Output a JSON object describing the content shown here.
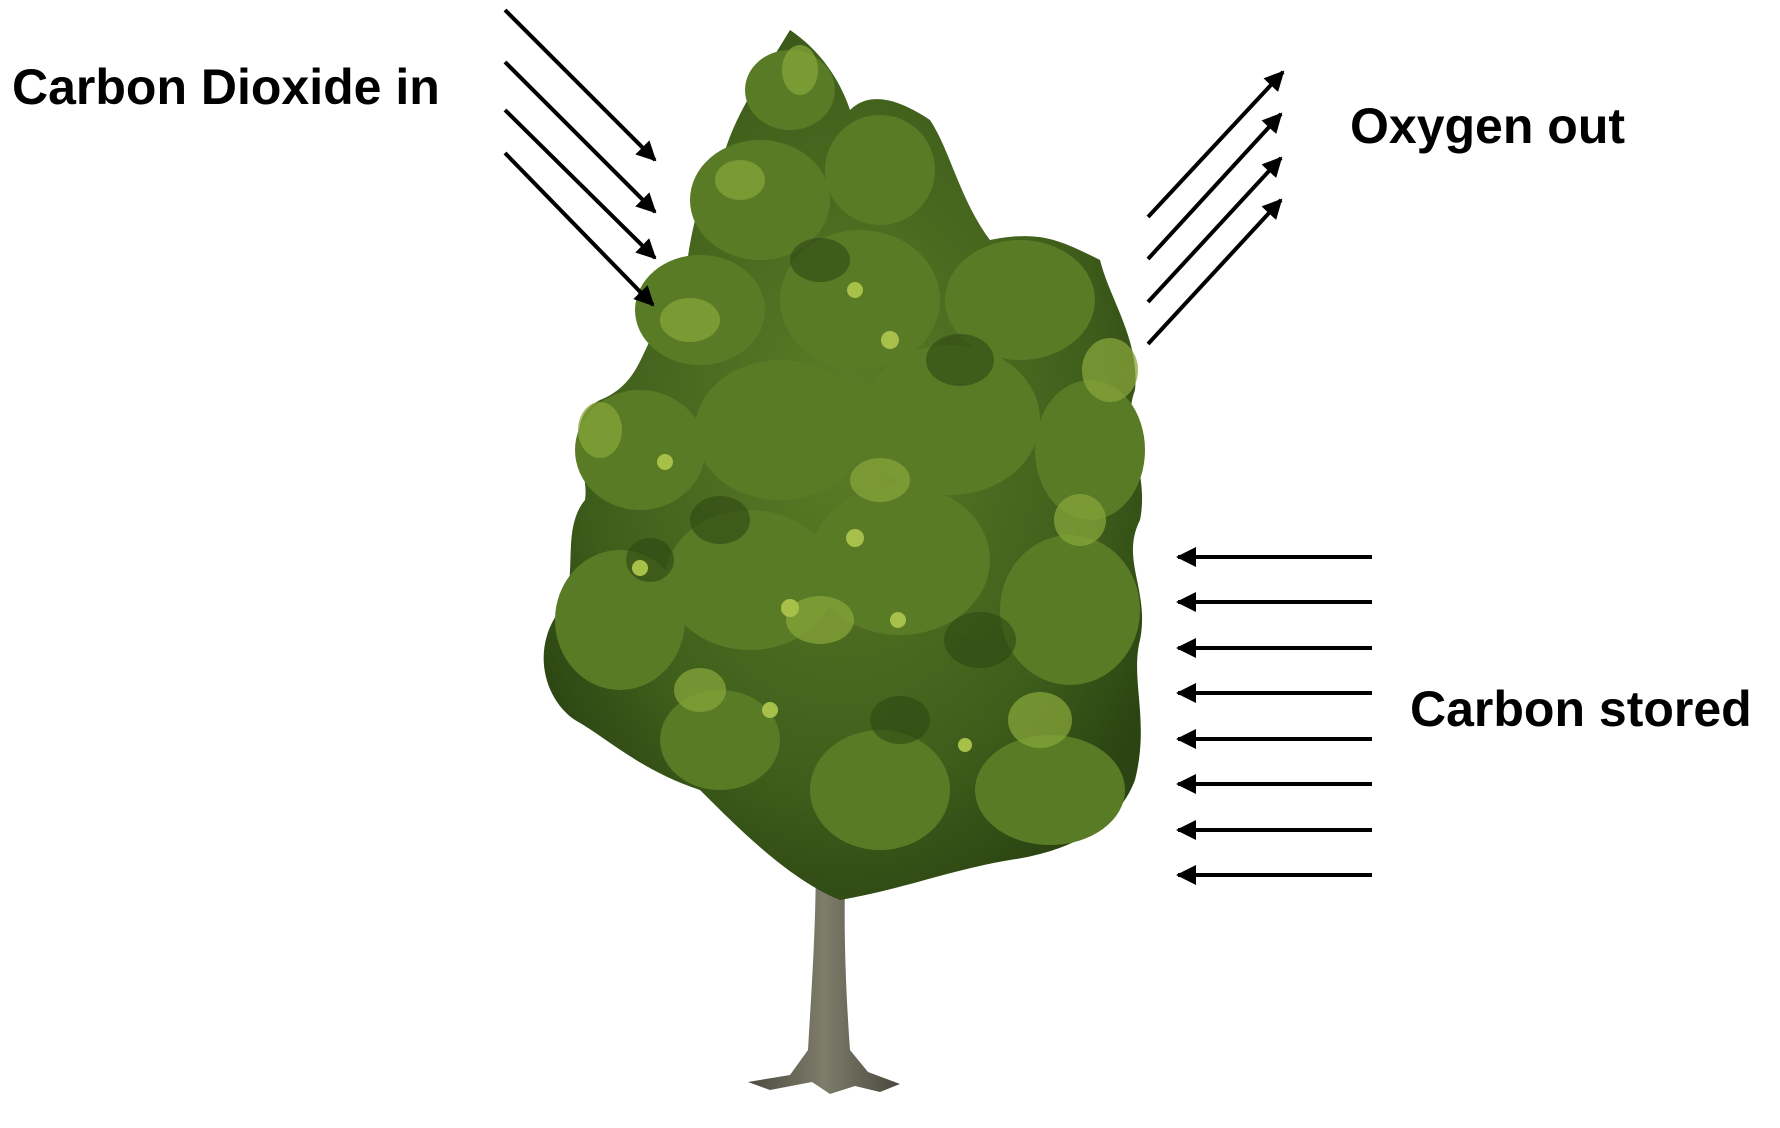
{
  "labels": {
    "carbon_dioxide_in": "Carbon Dioxide in",
    "oxygen_out": "Oxygen out",
    "carbon_stored": "Carbon stored"
  },
  "arrows": {
    "carbon_dioxide_in_count": 4,
    "oxygen_out_count": 4,
    "carbon_stored_count": 8
  },
  "colors": {
    "text": "#000000",
    "arrow": "#000000",
    "foliage_dark": "#2f4a16",
    "foliage_mid": "#4f6e22",
    "foliage_light": "#7c9a35",
    "trunk": "#6b6a5a",
    "background": "#ffffff"
  },
  "illustration": {
    "tree_icon": "tree-icon"
  }
}
